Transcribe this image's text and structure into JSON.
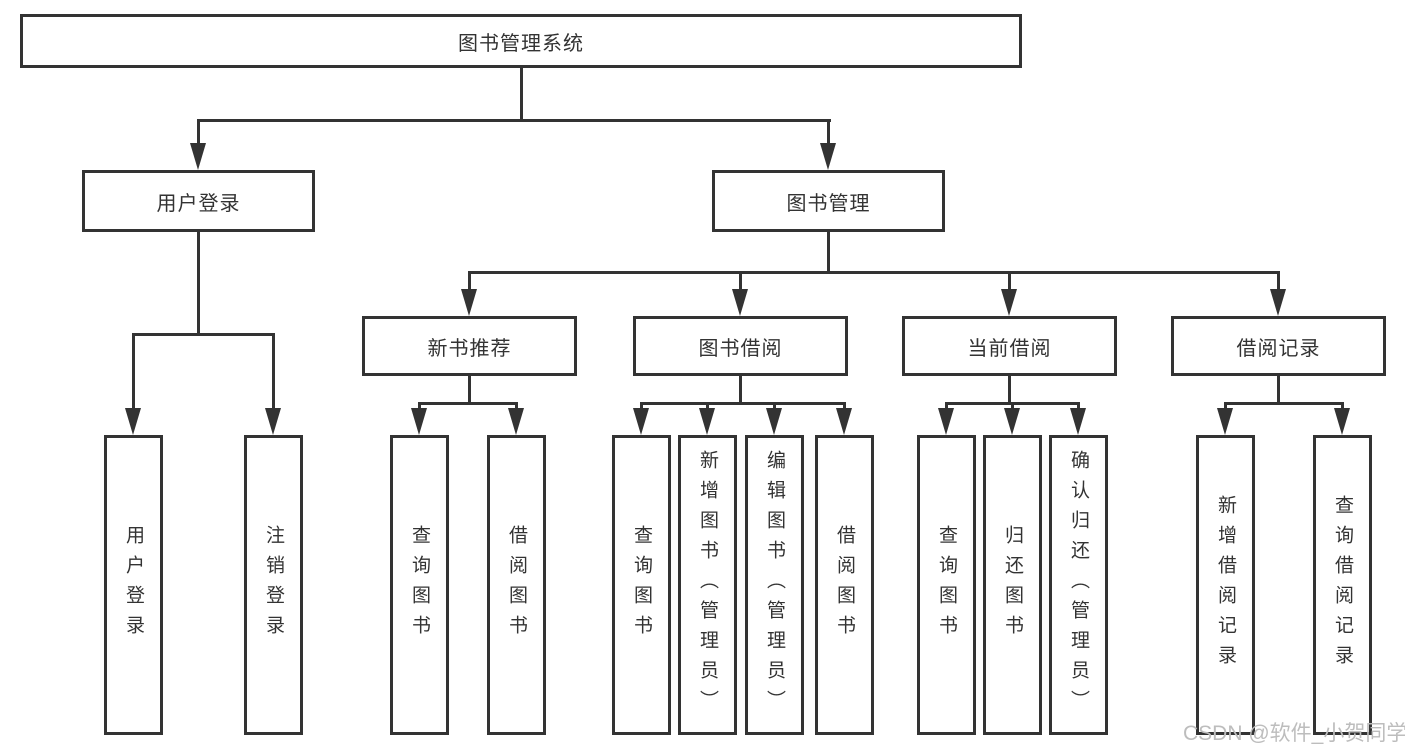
{
  "diagram": {
    "root": {
      "label": "图书管理系统"
    },
    "branches": [
      {
        "label": "用户登录",
        "children": [
          {
            "label": "用户登录"
          },
          {
            "label": "注销登录"
          }
        ]
      },
      {
        "label": "图书管理",
        "children": [
          {
            "label": "新书推荐",
            "children": [
              {
                "label": "查询图书"
              },
              {
                "label": "借阅图书"
              }
            ]
          },
          {
            "label": "图书借阅",
            "children": [
              {
                "label": "查询图书"
              },
              {
                "label": "新增图书（管理员）"
              },
              {
                "label": "编辑图书（管理员）"
              },
              {
                "label": "借阅图书"
              }
            ]
          },
          {
            "label": "当前借阅",
            "children": [
              {
                "label": "查询图书"
              },
              {
                "label": "归还图书"
              },
              {
                "label": "确认归还（管理员）"
              }
            ]
          },
          {
            "label": "借阅记录",
            "children": [
              {
                "label": "新增借阅记录"
              },
              {
                "label": "查询借阅记录"
              }
            ]
          }
        ]
      }
    ]
  },
  "watermark": {
    "text": "CSDN @软件_小贺同学"
  },
  "colors": {
    "line": "#333333",
    "box_border": "#333333",
    "text": "#333333",
    "background": "#ffffff",
    "watermark": "#bdbdbd"
  }
}
